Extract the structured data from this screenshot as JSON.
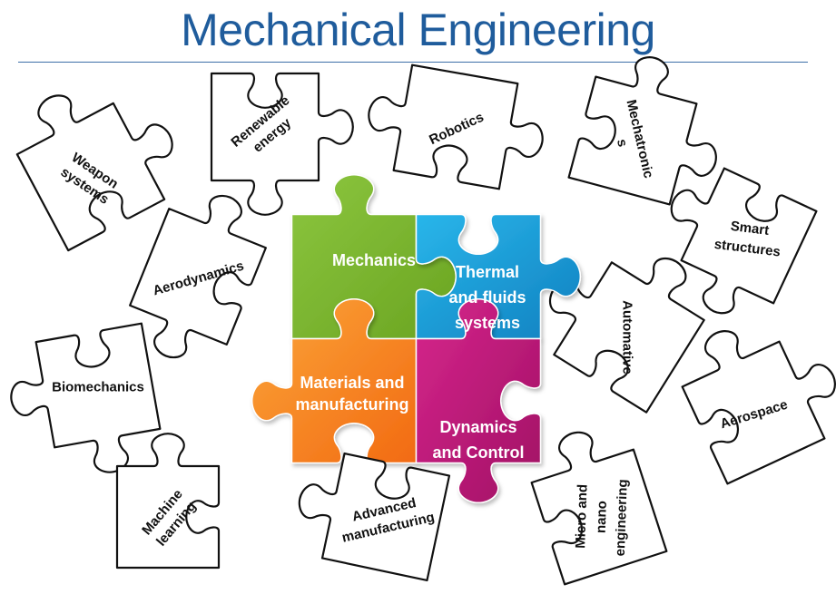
{
  "title": "Mechanical Engineering",
  "core": [
    {
      "id": "mechanics",
      "lines": [
        "Mechanics"
      ],
      "color": "#7ab52a"
    },
    {
      "id": "thermal",
      "lines": [
        "Thermal",
        "and fluids",
        "systems"
      ],
      "color": "#1ba0d8"
    },
    {
      "id": "materials",
      "lines": [
        "Materials and",
        "manufacturing"
      ],
      "color": "#f7941d"
    },
    {
      "id": "dynamics",
      "lines": [
        "Dynamics",
        "and Control"
      ],
      "color": "#c2187a"
    }
  ],
  "topics": [
    {
      "id": "weapon-systems",
      "lines": [
        "Weapon",
        "systems"
      ]
    },
    {
      "id": "renewable-energy",
      "lines": [
        "Renewable",
        "energy"
      ]
    },
    {
      "id": "robotics",
      "lines": [
        "Robotics"
      ]
    },
    {
      "id": "mechatronics",
      "lines": [
        "Mechatronic",
        "s"
      ]
    },
    {
      "id": "smart-structures",
      "lines": [
        "Smart",
        "structures"
      ]
    },
    {
      "id": "aerodynamics",
      "lines": [
        "Aerodynamics"
      ]
    },
    {
      "id": "automative",
      "lines": [
        "Automative"
      ]
    },
    {
      "id": "biomechanics",
      "lines": [
        "Biomechanics"
      ]
    },
    {
      "id": "aerospace",
      "lines": [
        "Aerospace"
      ]
    },
    {
      "id": "machine-learning",
      "lines": [
        "Machine",
        "learning"
      ]
    },
    {
      "id": "advanced-manufacturing",
      "lines": [
        "Advanced",
        "manufacturing"
      ]
    },
    {
      "id": "micro-nano-engineering",
      "lines": [
        "Micro and",
        "nano",
        "engineering"
      ]
    }
  ]
}
